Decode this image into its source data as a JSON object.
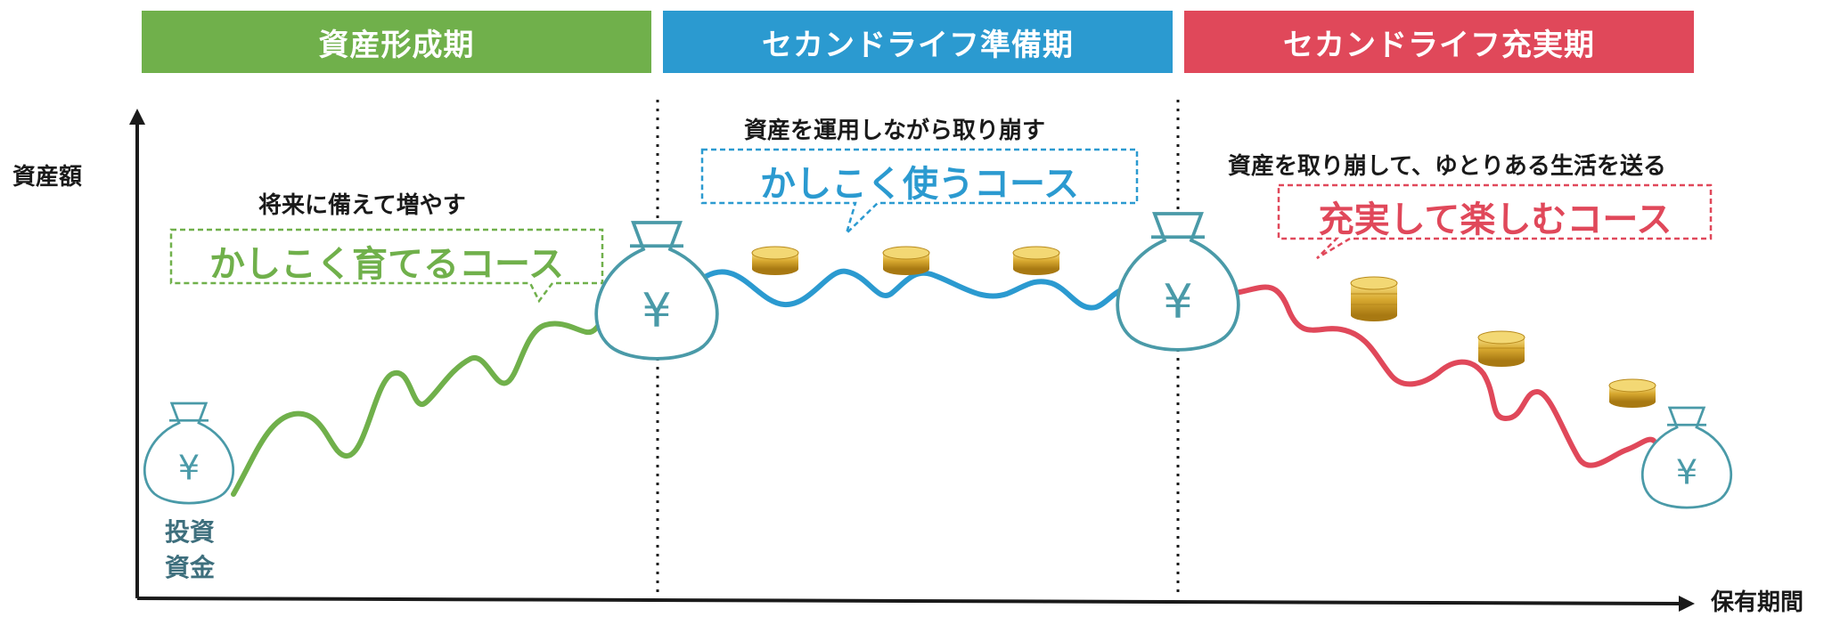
{
  "phases": [
    {
      "label": "資産形成期",
      "color": "#70b04b"
    },
    {
      "label": "セカンドライフ準備期",
      "color": "#2b9ad0"
    },
    {
      "label": "セカンドライフ充実期",
      "color": "#e0485a"
    }
  ],
  "axes": {
    "y_label": "資産額",
    "x_label": "保有期間"
  },
  "start": {
    "line1": "投資",
    "line2": "資金"
  },
  "courses": [
    {
      "caption": "将来に備えて増やす",
      "name": "かしこく育てるコース",
      "color": "#70b04b"
    },
    {
      "caption": "資産を運用しながら取り崩す",
      "name": "かしこく使うコース",
      "color": "#2b9ad0"
    },
    {
      "caption": "資産を取り崩して、ゆとりある生活を送る",
      "name": "充実して楽しむコース",
      "color": "#e0485a"
    }
  ],
  "icons": {
    "money_bag": "money-bag-yen-icon",
    "coins": "coin-stack-icon",
    "bag_color": "#4a9aa8",
    "coin_color": "#d8a930"
  }
}
